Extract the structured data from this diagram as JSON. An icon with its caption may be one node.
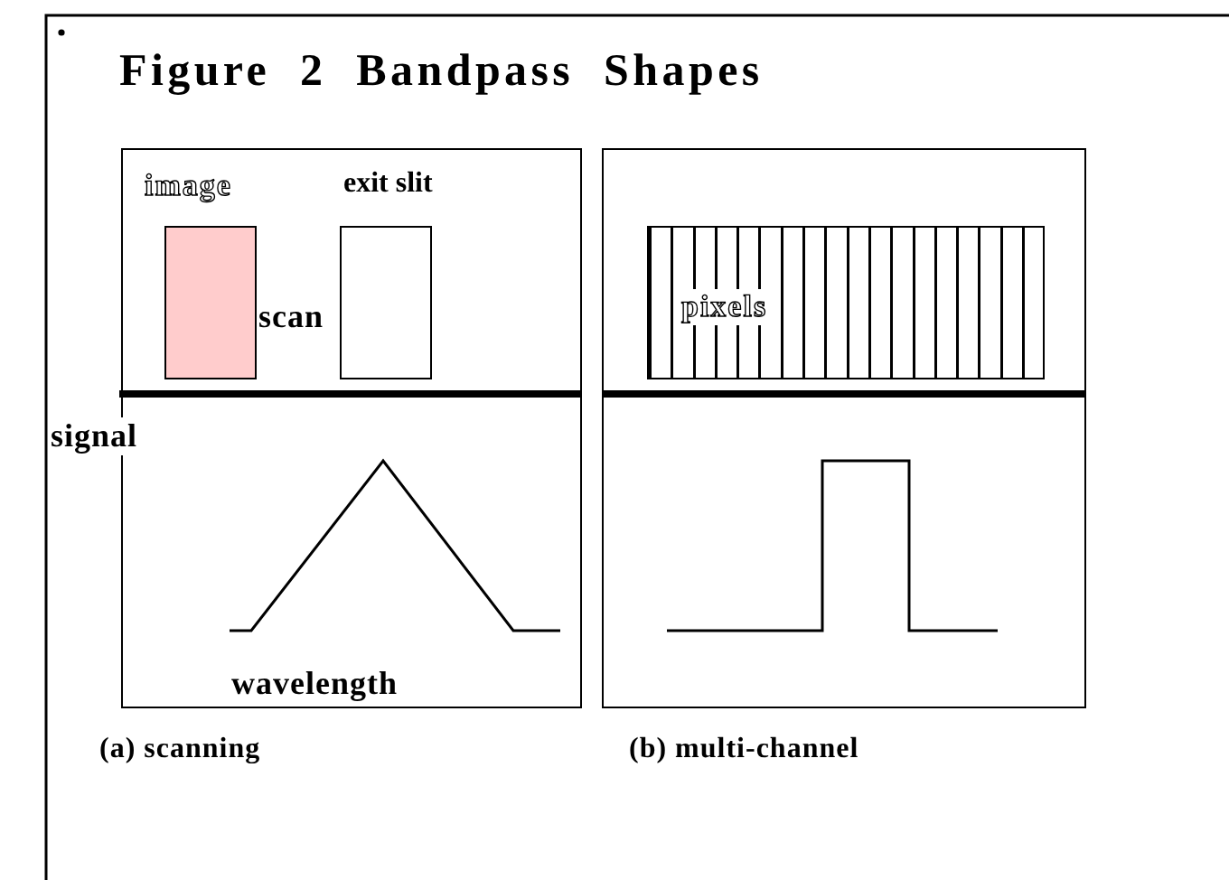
{
  "diagram": {
    "title": "Figure 2 Bandpass Shapes",
    "nodes": [
      {
        "text": [],
        "shape": "box",
        "beside": [
          "(a) scanning"
        ]
      },
      {
        "text": [
          "image"
        ],
        "in": 0
      },
      {
        "text": [
          "exit slit"
        ],
        "in": 0
      },
      {
        "text": [],
        "shape": "box",
        "beside": [
          "(b) multi-channel"
        ]
      },
      {
        "text": [
          "pixels"
        ],
        "in": 3
      }
    ],
    "labels": [
      "scan",
      "signal",
      "wavelength"
    ]
  }
}
